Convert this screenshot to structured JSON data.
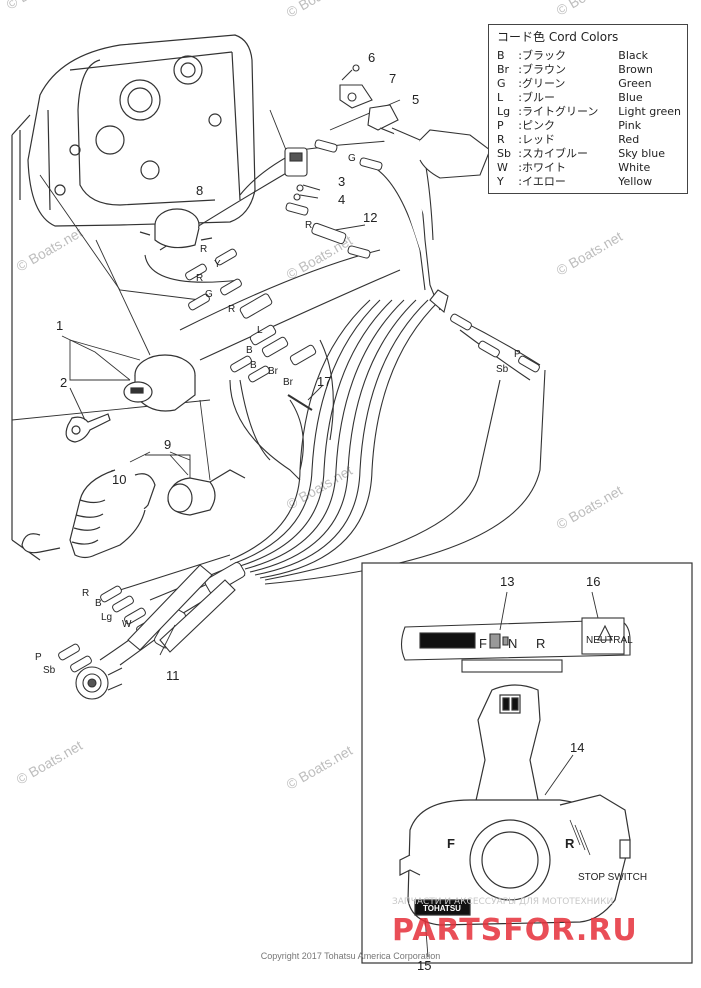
{
  "legend": {
    "title": "コード色 Cord Colors",
    "rows": [
      {
        "code": "B",
        "jp": ":ブラック",
        "en": "Black"
      },
      {
        "code": "Br",
        "jp": ":ブラウン",
        "en": "Brown"
      },
      {
        "code": "G",
        "jp": ":グリーン",
        "en": "Green"
      },
      {
        "code": "L",
        "jp": ":ブルー",
        "en": "Blue"
      },
      {
        "code": "Lg",
        "jp": ":ライトグリーン",
        "en": "Light green"
      },
      {
        "code": "P",
        "jp": ":ピンク",
        "en": "Pink"
      },
      {
        "code": "R",
        "jp": ":レッド",
        "en": "Red"
      },
      {
        "code": "Sb",
        "jp": ":スカイブルー",
        "en": "Sky blue"
      },
      {
        "code": "W",
        "jp": ":ホワイト",
        "en": "White"
      },
      {
        "code": "Y",
        "jp": ":イエロー",
        "en": "Yellow"
      }
    ]
  },
  "callouts": {
    "c1": "1",
    "c2": "2",
    "c3": "3",
    "c4": "4",
    "c5": "5",
    "c6": "6",
    "c7": "7",
    "c8": "8",
    "c9": "9",
    "c10": "10",
    "c11": "11",
    "c12": "12",
    "c13": "13",
    "c14": "14",
    "c15": "15",
    "c16": "16",
    "c17": "17"
  },
  "wire_labels": {
    "g_top": "G",
    "r_12": "R",
    "r_a": "R",
    "y_a": "Y",
    "r_b": "R",
    "g_b": "G",
    "r_c": "R",
    "l_c": "L",
    "b_c": "B",
    "b_d": "B",
    "br_d": "Br",
    "br_e": "Br",
    "p_right": "P",
    "sb_right": "Sb",
    "r_bottom": "R",
    "b_bottom": "B",
    "lg_bottom": "Lg",
    "w_bottom": "W",
    "p_bottom": "P",
    "sb_bottom": "Sb"
  },
  "gauge": {
    "f": "F",
    "n": "N",
    "r": "R",
    "tag": "NEUTRAL"
  },
  "lever": {
    "f": "F",
    "r": "R",
    "brand": "TOHATSU",
    "stop": "STOP SWITCH"
  },
  "watermark": "© Boats.net",
  "site_mark": "PARTSFOR.RU",
  "site_sub": "ЗАПЧАСТИ И АКСЕССУАРЫ ДЛЯ МОТОТЕХНИКИ",
  "copyright": "Copyright 2017 Tohatsu America Corporation"
}
